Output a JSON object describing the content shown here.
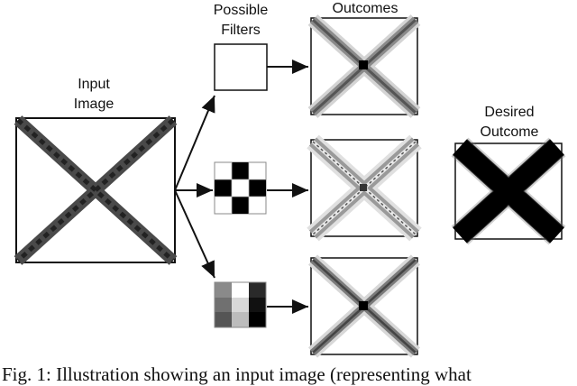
{
  "labels": {
    "input_image": [
      "Input",
      "Image"
    ],
    "possible_filters": [
      "Possible",
      "Filters"
    ],
    "outcomes": "Outcomes",
    "desired_outcome": [
      "Desired",
      "Outcome"
    ]
  },
  "caption": "Fig. 1: Illustration showing an input image (representing what",
  "filters": [
    {
      "name": "blank-filter",
      "pattern": "uniform white"
    },
    {
      "name": "checkerboard-filter",
      "pattern": "3x3 checkerboard"
    },
    {
      "name": "vertical-stripes-filter",
      "pattern": "vertical gradient stripes"
    }
  ],
  "colors": {
    "stroke": "#111111",
    "dark": "#222222",
    "mid": "#7a7a7a",
    "light": "#bdbdbd"
  }
}
